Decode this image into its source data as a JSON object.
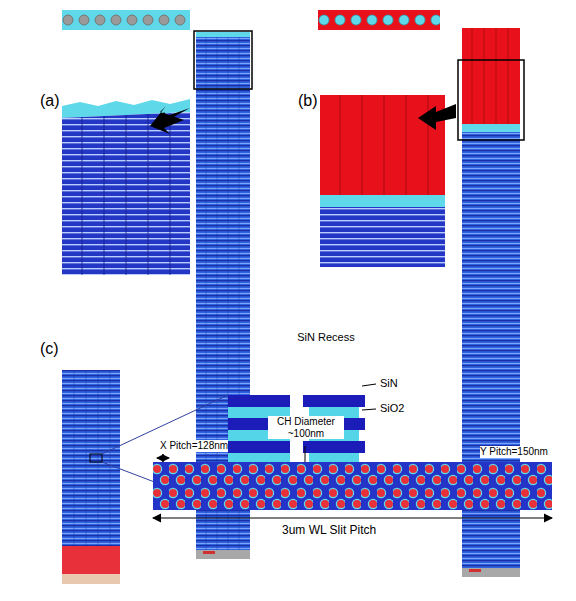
{
  "diagram": {
    "labels": [
      "(a)",
      "(b)",
      "(c)",
      "SiN Recess",
      "SiN",
      "SiO2",
      "X Pitch=128nm",
      "CH Diameter ~100nm",
      "Y Pitch=150nm",
      "3um WL Slit Pitch"
    ]
  }
}
